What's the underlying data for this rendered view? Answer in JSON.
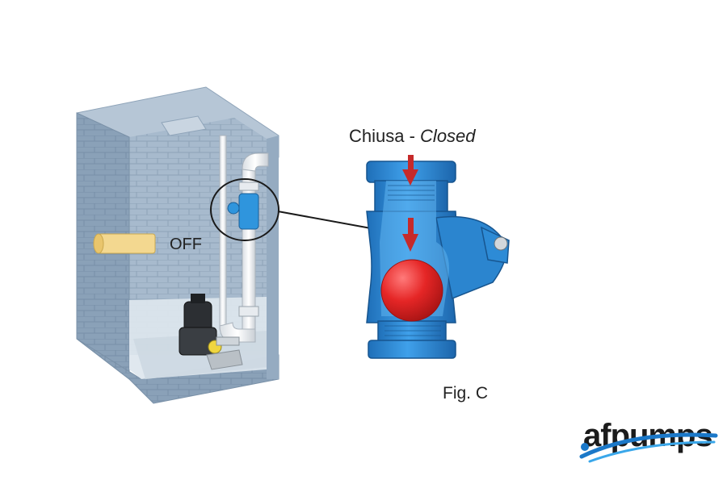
{
  "diagram": {
    "title_prefix": "Chiusa - ",
    "title_italic": "Closed",
    "state_label": "OFF",
    "figure_label": "Fig. C"
  },
  "brand": {
    "logo_text": "afpumps"
  },
  "colors": {
    "concrete": "#9fb4c8",
    "concrete_dark": "#7d95ad",
    "valve_blue": "#2f8fd8",
    "ball_red": "#e02828",
    "pipe_white": "#f2f4f6",
    "inlet_yellow": "#f5d98a",
    "water": "#dfe7ee"
  }
}
